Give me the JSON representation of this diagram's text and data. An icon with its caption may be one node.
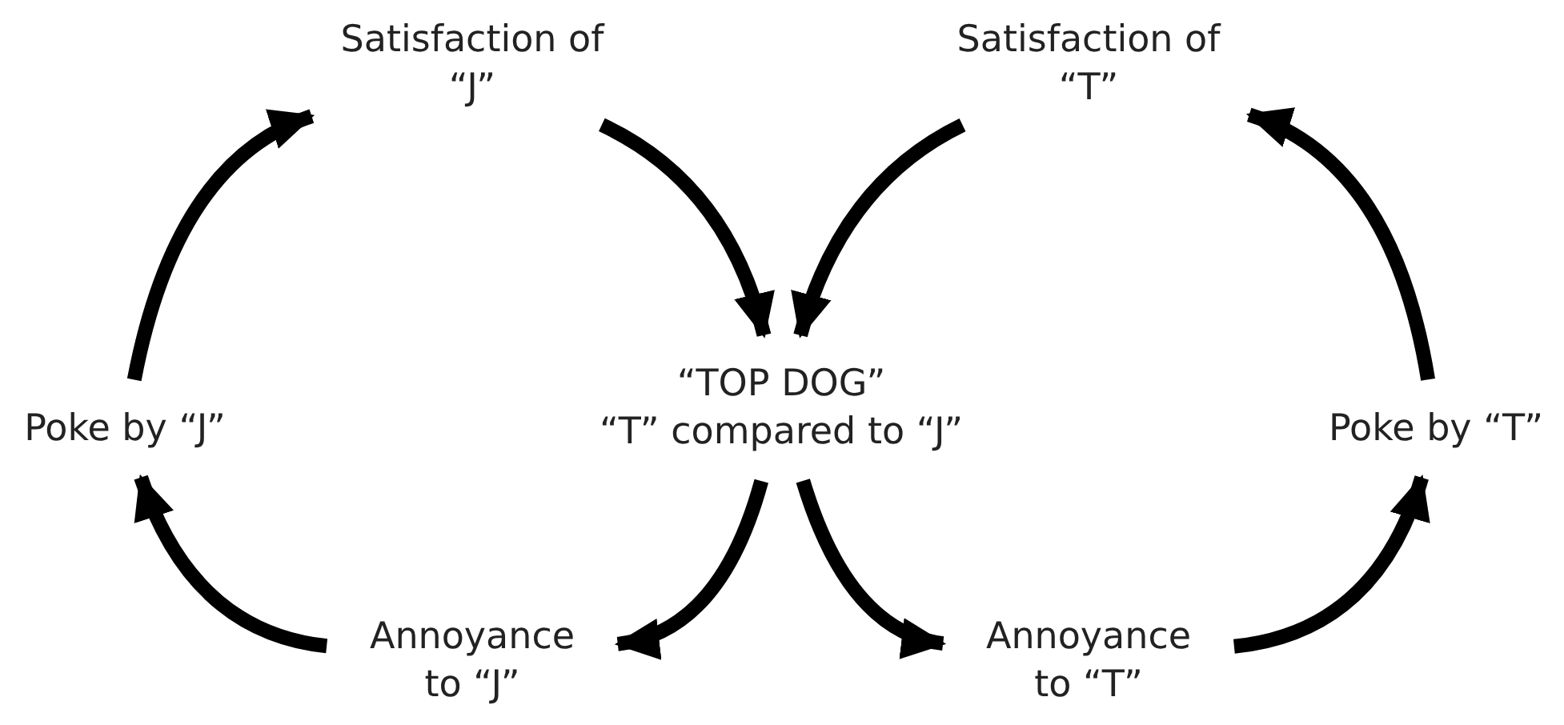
{
  "diagram": {
    "nodes": [
      {
        "text": [
          "Satisfaction of “J”"
        ]
      },
      {
        "text": [
          "Satisfaction of “T”"
        ]
      },
      {
        "text": [
          "Poke by “J”"
        ]
      },
      {
        "text": [
          "“TOP DOG”",
          "“T” compared to “J”"
        ]
      },
      {
        "text": [
          "Poke by “T”"
        ]
      },
      {
        "text": [
          "Annoyance to “J”"
        ]
      },
      {
        "text": [
          "Annoyance to “T”"
        ]
      }
    ],
    "edges": [
      {
        "from": 2,
        "to": 0,
        "arrow": "to"
      },
      {
        "from": 0,
        "to": 3,
        "arrow": "to"
      },
      {
        "from": 1,
        "to": 3,
        "arrow": "to"
      },
      {
        "from": 3,
        "to": 5,
        "arrow": "to"
      },
      {
        "from": 3,
        "to": 6,
        "arrow": "to"
      },
      {
        "from": 5,
        "to": 2,
        "arrow": "to"
      },
      {
        "from": 6,
        "to": 4,
        "arrow": "to"
      },
      {
        "from": 4,
        "to": 1,
        "arrow": "to"
      }
    ]
  }
}
